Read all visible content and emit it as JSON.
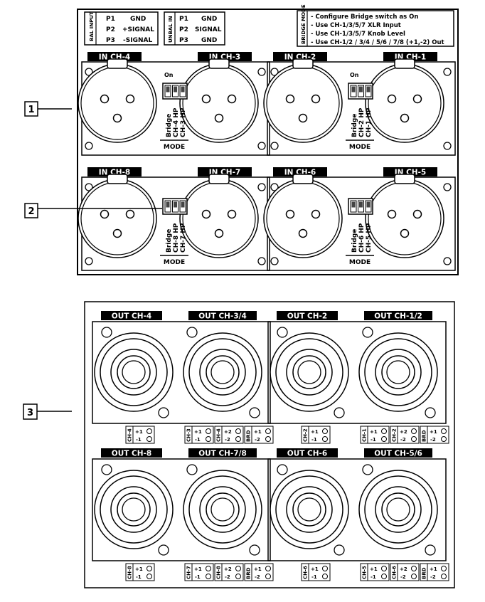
{
  "callouts": [
    "1",
    "2",
    "3"
  ],
  "bal_input": {
    "title": "BAL INPUT",
    "rows": [
      {
        "pin": "P1",
        "signal": "GND"
      },
      {
        "pin": "P2",
        "signal": "+SIGNAL"
      },
      {
        "pin": "P3",
        "signal": "-SIGNAL"
      }
    ]
  },
  "unbal_input": {
    "title": "UNBAL IN",
    "rows": [
      {
        "pin": "P1",
        "signal": "GND"
      },
      {
        "pin": "P2",
        "signal": "SIGNAL"
      },
      {
        "pin": "P3",
        "signal": "GND"
      }
    ]
  },
  "bridge_mode": {
    "title": "BRIDGE MODE",
    "lines": [
      "- Configure Bridge switch as On",
      "- Use CH-1/3/5/7 XLR Input",
      "- Use CH-1/3/5/7 Knob Level",
      "- Use CH-1/2 / 3/4 / 5/6 / 7/8 (+1,-2) Out"
    ]
  },
  "inputs": {
    "row1": {
      "left_panel": [
        "IN CH-4",
        "IN CH-3"
      ],
      "right_panel": [
        "IN CH-2",
        "IN CH-1"
      ]
    },
    "row2": {
      "left_panel": [
        "IN CH-8",
        "IN CH-7"
      ],
      "right_panel": [
        "IN CH-6",
        "IN CH-5"
      ]
    },
    "switches": [
      {
        "on": "On",
        "labels": [
          "Bridge",
          "CH-4 HP",
          "CH-3 HP"
        ],
        "mode": "MODE"
      },
      {
        "on": "On",
        "labels": [
          "Bridge",
          "CH-2 HP",
          "CH-1 HP"
        ],
        "mode": "MODE"
      },
      {
        "on": "",
        "labels": [
          "Bridge",
          "CH-8 HP",
          "CH-7 HP"
        ],
        "mode": "MODE"
      },
      {
        "on": "",
        "labels": [
          "Bridge",
          "CH-6 HP",
          "CH-5 HP"
        ],
        "mode": "MODE"
      }
    ]
  },
  "outputs": {
    "row1": {
      "left_panel": [
        "OUT CH-4",
        "OUT CH-3/4"
      ],
      "right_panel": [
        "OUT CH-2",
        "OUT CH-1/2"
      ]
    },
    "row2": {
      "left_panel": [
        "OUT CH-8",
        "OUT CH-7/8"
      ],
      "right_panel": [
        "OUT CH-6",
        "OUT CH-5/6"
      ]
    },
    "pinouts": [
      {
        "ch": "CH-4",
        "plus": "+1",
        "minus": "-1"
      },
      {
        "ch": "CH-3",
        "plus": "+1",
        "minus": "-1",
        "ch2": "CH-4",
        "plus2": "+2",
        "minus2": "-2",
        "brd": "BRD",
        "bplus": "+1",
        "bminus": "-2"
      },
      {
        "ch": "CH-2",
        "plus": "+1",
        "minus": "-1"
      },
      {
        "ch": "CH-1",
        "plus": "+1",
        "minus": "-1",
        "ch2": "CH-2",
        "plus2": "+2",
        "minus2": "-2",
        "brd": "BRD",
        "bplus": "+1",
        "bminus": "-2"
      },
      {
        "ch": "CH-8",
        "plus": "+1",
        "minus": "-1"
      },
      {
        "ch": "CH-7",
        "plus": "+1",
        "minus": "-1",
        "ch2": "CH-8",
        "plus2": "+2",
        "minus2": "-2",
        "brd": "BRD",
        "bplus": "+1",
        "bminus": "-2"
      },
      {
        "ch": "CH-6",
        "plus": "+1",
        "minus": "-1"
      },
      {
        "ch": "CH-5",
        "plus": "+1",
        "minus": "-1",
        "ch2": "CH-6",
        "plus2": "+2",
        "minus2": "-2",
        "brd": "BRD",
        "bplus": "+1",
        "bminus": "-2"
      }
    ]
  }
}
